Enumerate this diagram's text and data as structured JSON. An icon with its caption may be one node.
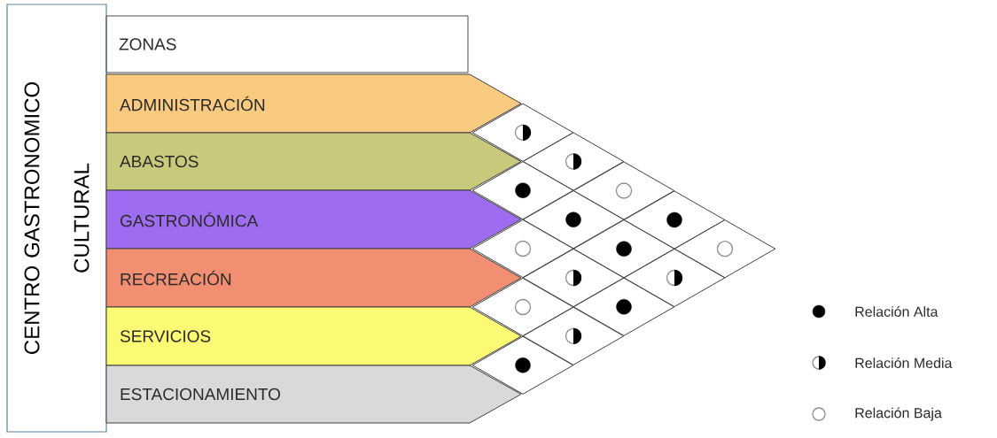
{
  "diagram": {
    "nodes": [
      {
        "text": [
          "CENTRO GASTRONOMICO CULTURAL"
        ]
      },
      {
        "text": [
          "ZONAS"
        ]
      },
      {
        "text": [
          "ADMINISTRACIÓN"
        ]
      },
      {
        "text": [
          "ABASTOS"
        ]
      },
      {
        "text": [
          "GASTRONÓMICA"
        ]
      },
      {
        "text": [
          "RECREACIÓN"
        ]
      },
      {
        "text": [
          "SERVICIOS"
        ]
      },
      {
        "text": [
          "ESTACIONAMIENTO"
        ]
      },
      {
        "text": [],
        "shape": "diamond"
      },
      {
        "text": [],
        "shape": "semicircle",
        "in": 8
      },
      {
        "text": [],
        "shape": "diamond"
      },
      {
        "text": [],
        "shape": "semicircle",
        "in": 10
      },
      {
        "text": [],
        "shape": "diamond"
      },
      {
        "text": [],
        "shape": "dot",
        "in": 12
      },
      {
        "text": [],
        "shape": "diamond"
      },
      {
        "text": [],
        "shape": "circle",
        "in": 14
      },
      {
        "text": [],
        "shape": "diamond"
      },
      {
        "text": [],
        "shape": "dot",
        "in": 16
      },
      {
        "text": [],
        "shape": "diamond"
      },
      {
        "text": [],
        "shape": "dot",
        "in": 18
      },
      {
        "text": [],
        "shape": "diamond"
      },
      {
        "text": [],
        "shape": "circle",
        "in": 20
      },
      {
        "text": [],
        "shape": "diamond"
      },
      {
        "text": [],
        "shape": "dot",
        "in": 22
      },
      {
        "text": [],
        "shape": "diamond"
      },
      {
        "text": [],
        "shape": "circle",
        "in": 24
      },
      {
        "text": [],
        "shape": "diamond"
      },
      {
        "text": [],
        "shape": "semicircle",
        "in": 26
      },
      {
        "text": [],
        "shape": "diamond"
      },
      {
        "text": [],
        "shape": "semicircle",
        "in": 28
      },
      {
        "text": [],
        "shape": "diamond"
      },
      {
        "text": [],
        "shape": "circle",
        "in": 30
      },
      {
        "text": [],
        "shape": "diamond"
      },
      {
        "text": [],
        "shape": "dot",
        "in": 32
      },
      {
        "text": [],
        "shape": "diamond"
      },
      {
        "text": [],
        "shape": "semicircle",
        "in": 34
      },
      {
        "text": [],
        "shape": "diamond"
      },
      {
        "text": [],
        "shape": "dot",
        "in": 36
      }
    ],
    "legend": [
      {
        "text": "Relación Alta"
      },
      {
        "text": "Relación Media"
      },
      {
        "text": "Relación Baja"
      }
    ]
  }
}
